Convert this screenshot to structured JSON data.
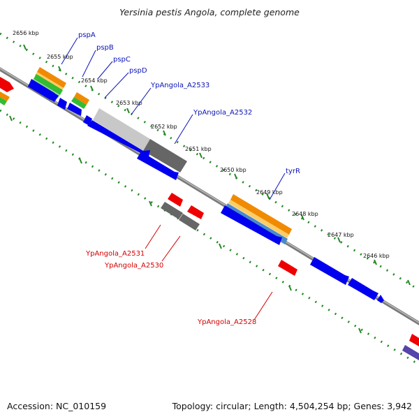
{
  "title": "Yersinia pestis Angola, complete genome",
  "footer": {
    "accession": "Accession: NC_010159",
    "summary": "Topology: circular; Length: 4,504,254 bp; Genes: 3,942"
  },
  "kbp_labels": [
    "2656 kbp",
    "2655 kbp",
    "2654 kbp",
    "2653 kbp",
    "2652 kbp",
    "2651 kbp",
    "2650 kbp",
    "2649 kbp",
    "2648 kbp",
    "2647 kbp",
    "2646 kbp"
  ],
  "genes_top": [
    "pspA",
    "pspB",
    "pspC",
    "pspD",
    "YpAngola_A2533",
    "YpAngola_A2532",
    "tyrR"
  ],
  "genes_bottom": [
    "YpAngola_A2531",
    "YpAngola_A2530",
    "YpAngola_A2528"
  ],
  "colors": {
    "forward_cds": "#0000ee",
    "reverse_cds": "#ee0000",
    "orange_track": "#f08a00",
    "green_track": "#33bb33",
    "blue_track": "#4a8ac8",
    "grey_feature": "#777777",
    "light_grey_feature": "#c0c0c0",
    "backbone": "#888888",
    "tick_green": "#228822",
    "purple": "#5544aa"
  }
}
